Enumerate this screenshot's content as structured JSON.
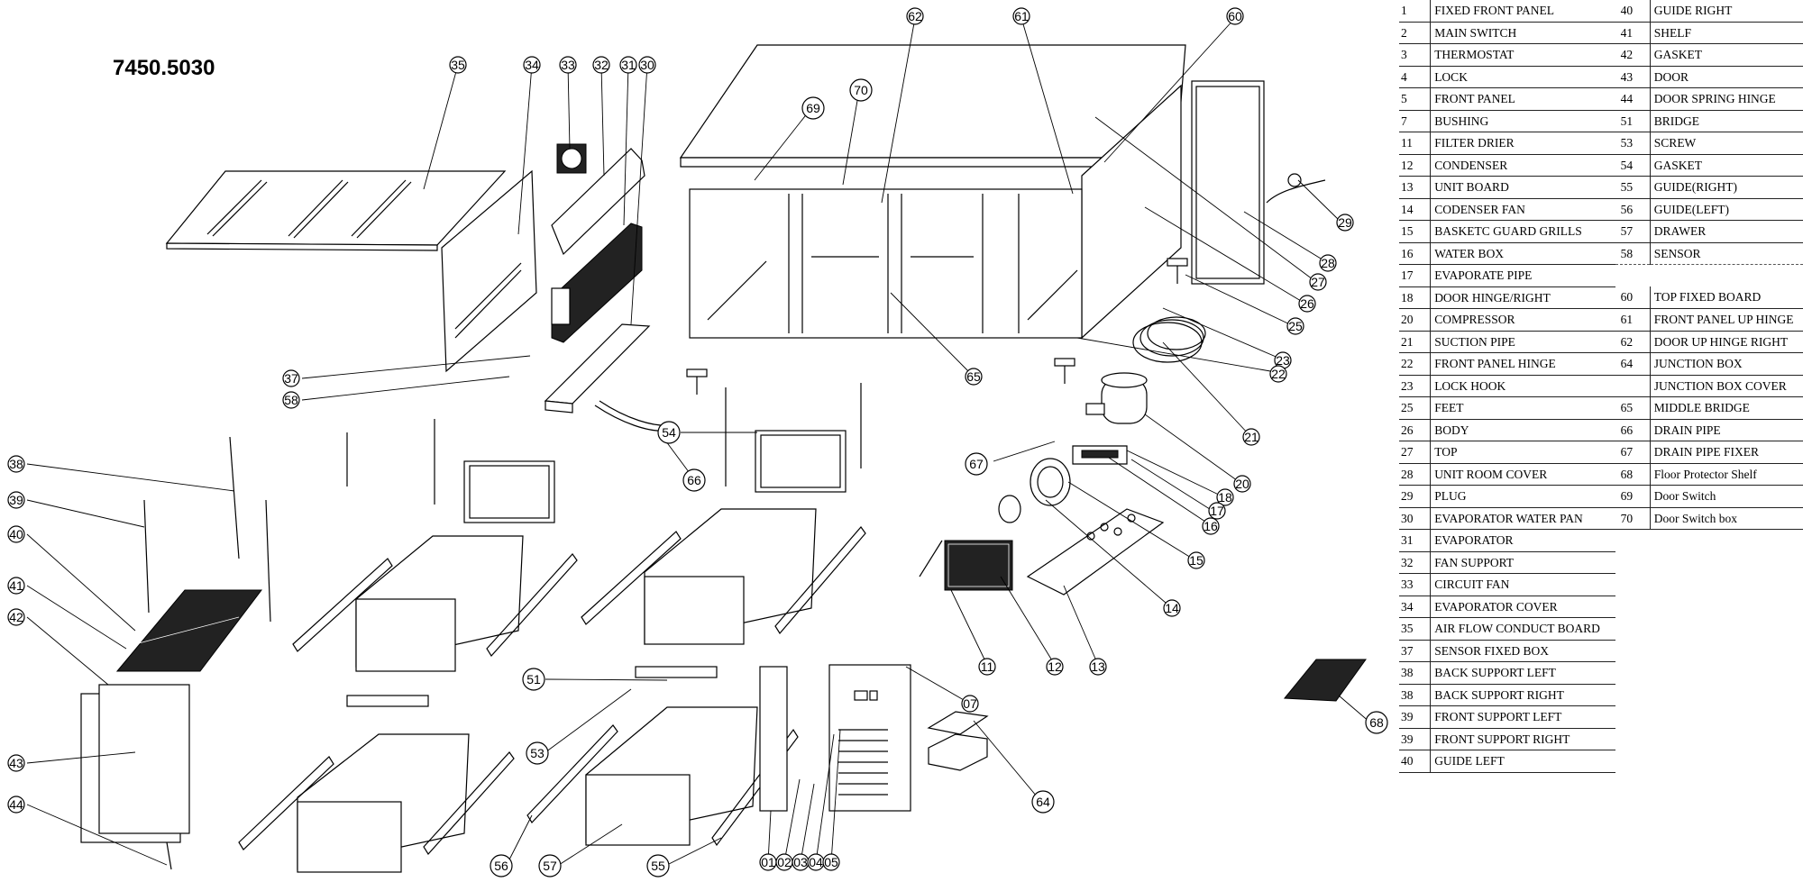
{
  "model_number": "7450.5030",
  "parts_left": [
    {
      "no": "1",
      "name": "FIXED FRONT PANEL"
    },
    {
      "no": "2",
      "name": "MAIN SWITCH"
    },
    {
      "no": "3",
      "name": "THERMOSTAT"
    },
    {
      "no": "4",
      "name": "LOCK"
    },
    {
      "no": "5",
      "name": "FRONT PANEL"
    },
    {
      "no": "7",
      "name": "BUSHING"
    },
    {
      "no": "11",
      "name": "FILTER DRIER"
    },
    {
      "no": "12",
      "name": "CONDENSER"
    },
    {
      "no": "13",
      "name": "UNIT BOARD"
    },
    {
      "no": "14",
      "name": "CODENSER FAN"
    },
    {
      "no": "15",
      "name": "BASKETC GUARD GRILLS"
    },
    {
      "no": "16",
      "name": "WATER BOX"
    },
    {
      "no": "17",
      "name": "EVAPORATE PIPE"
    },
    {
      "no": "18",
      "name": "DOOR HINGE/RIGHT"
    },
    {
      "no": "20",
      "name": "COMPRESSOR"
    },
    {
      "no": "21",
      "name": "SUCTION PIPE"
    },
    {
      "no": "22",
      "name": "FRONT PANEL HINGE"
    },
    {
      "no": "23",
      "name": "LOCK HOOK"
    },
    {
      "no": "25",
      "name": "FEET"
    },
    {
      "no": "26",
      "name": "BODY"
    },
    {
      "no": "27",
      "name": "TOP"
    },
    {
      "no": "28",
      "name": "UNIT ROOM COVER"
    },
    {
      "no": "29",
      "name": "PLUG"
    },
    {
      "no": "30",
      "name": "EVAPORATOR WATER PAN"
    },
    {
      "no": "31",
      "name": "EVAPORATOR"
    },
    {
      "no": "32",
      "name": "FAN SUPPORT"
    },
    {
      "no": "33",
      "name": "CIRCUIT FAN"
    },
    {
      "no": "34",
      "name": "EVAPORATOR COVER"
    },
    {
      "no": "35",
      "name": "AIR FLOW CONDUCT BOARD"
    },
    {
      "no": "37",
      "name": "SENSOR FIXED BOX"
    },
    {
      "no": "38",
      "name": "BACK SUPPORT LEFT"
    },
    {
      "no": "38",
      "name": "BACK SUPPORT RIGHT"
    },
    {
      "no": "39",
      "name": "FRONT SUPPORT LEFT"
    },
    {
      "no": "39",
      "name": "FRONT SUPPORT RIGHT"
    },
    {
      "no": "40",
      "name": "GUIDE LEFT"
    }
  ],
  "parts_right": [
    {
      "no": "40",
      "name": "GUIDE RIGHT"
    },
    {
      "no": "41",
      "name": "SHELF"
    },
    {
      "no": "42",
      "name": "GASKET"
    },
    {
      "no": "43",
      "name": "DOOR"
    },
    {
      "no": "44",
      "name": "DOOR SPRING HINGE"
    },
    {
      "no": "51",
      "name": "BRIDGE"
    },
    {
      "no": "53",
      "name": "SCREW"
    },
    {
      "no": "54",
      "name": "GASKET"
    },
    {
      "no": "55",
      "name": "GUIDE(RIGHT)"
    },
    {
      "no": "56",
      "name": "GUIDE(LEFT)"
    },
    {
      "no": "57",
      "name": "DRAWER"
    },
    {
      "no": "58",
      "name": "SENSOR"
    },
    {
      "no": "",
      "name": ""
    },
    {
      "no": "60",
      "name": "TOP FIXED BOARD"
    },
    {
      "no": "61",
      "name": "FRONT PANEL UP HINGE"
    },
    {
      "no": "62",
      "name": "DOOR UP HINGE RIGHT"
    },
    {
      "no": "64",
      "name": "JUNCTION BOX"
    },
    {
      "no": "",
      "name": "JUNCTION BOX COVER"
    },
    {
      "no": "65",
      "name": "MIDDLE BRIDGE"
    },
    {
      "no": "66",
      "name": "DRAIN PIPE"
    },
    {
      "no": "67",
      "name": "DRAIN PIPE FIXER"
    },
    {
      "no": "68",
      "name": "Floor Protector Shelf"
    },
    {
      "no": "69",
      "name": "Door Switch"
    },
    {
      "no": "70",
      "name": "Door Switch box"
    }
  ],
  "callouts": [
    {
      "label": "35"
    },
    {
      "label": "34"
    },
    {
      "label": "33"
    },
    {
      "label": "32"
    },
    {
      "label": "31"
    },
    {
      "label": "30"
    },
    {
      "label": "62"
    },
    {
      "label": "61"
    },
    {
      "label": "60"
    },
    {
      "label": "70"
    },
    {
      "label": "69"
    },
    {
      "label": "29"
    },
    {
      "label": "28"
    },
    {
      "label": "27"
    },
    {
      "label": "26"
    },
    {
      "label": "25"
    },
    {
      "label": "23"
    },
    {
      "label": "22"
    },
    {
      "label": "21"
    },
    {
      "label": "20"
    },
    {
      "label": "18"
    },
    {
      "label": "17"
    },
    {
      "label": "16"
    },
    {
      "label": "15"
    },
    {
      "label": "14"
    },
    {
      "label": "13"
    },
    {
      "label": "12"
    },
    {
      "label": "11"
    },
    {
      "label": "65"
    },
    {
      "label": "67"
    },
    {
      "label": "66"
    },
    {
      "label": "54"
    },
    {
      "label": "37"
    },
    {
      "label": "58"
    },
    {
      "label": "38"
    },
    {
      "label": "39"
    },
    {
      "label": "40"
    },
    {
      "label": "41"
    },
    {
      "label": "42"
    },
    {
      "label": "43"
    },
    {
      "label": "44"
    },
    {
      "label": "51"
    },
    {
      "label": "53"
    },
    {
      "label": "56"
    },
    {
      "label": "57"
    },
    {
      "label": "55"
    },
    {
      "label": "01"
    },
    {
      "label": "02"
    },
    {
      "label": "03"
    },
    {
      "label": "04"
    },
    {
      "label": "05"
    },
    {
      "label": "07"
    },
    {
      "label": "64"
    },
    {
      "label": "68"
    }
  ]
}
